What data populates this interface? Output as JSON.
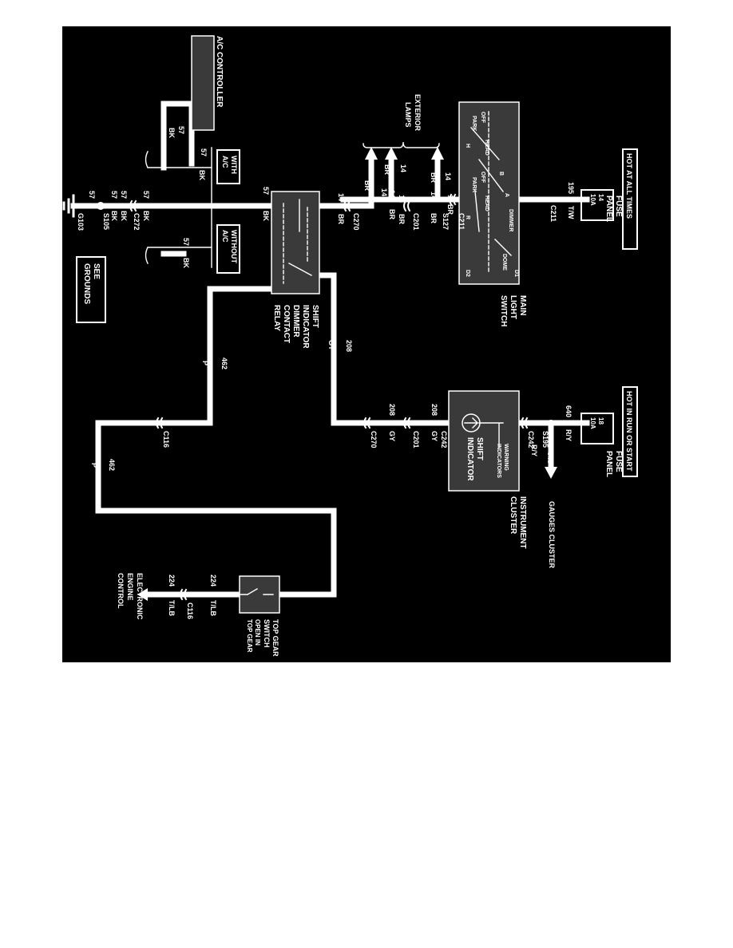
{
  "colors": {
    "background": "#000000",
    "wire": "#ffffff",
    "component": "#3a3a3a"
  },
  "headers": {
    "hot_at_all_times": "HOT AT ALL TIMES",
    "hot_in_run_or_start": "HOT IN RUN OR START"
  },
  "fuse_left": {
    "label1": "FUSE",
    "label2": "PANEL",
    "fuse": "14",
    "rating": "10A"
  },
  "fuse_right": {
    "label1": "FUSE",
    "label2": "PANEL",
    "fuse": "18",
    "rating": "10A"
  },
  "main_light_switch": {
    "label": [
      "MAIN",
      "LIGHT",
      "SWITCH"
    ],
    "internal": [
      "OFF",
      "PARK",
      "HEAD",
      "OFF",
      "PARK",
      "HEAD",
      "DIMMER",
      "DOME"
    ],
    "pins": [
      "A",
      "H",
      "B",
      "R",
      "D1",
      "D2"
    ]
  },
  "exterior_lamps": [
    "EXTERIOR",
    "LAMPS"
  ],
  "ac_controller": "A/C CONTROLLER",
  "with_ac": [
    "WITH",
    "A/C"
  ],
  "without_ac": [
    "WITHOUT",
    "A/C"
  ],
  "relay": [
    "SHIFT",
    "INDICATOR",
    "DIMMER",
    "CONTACT",
    "RELAY"
  ],
  "instrument_cluster": {
    "label": [
      "INSTRUMENT",
      "CLUSTER"
    ],
    "shift": [
      "SHIFT",
      "INDICATOR"
    ],
    "warning": [
      "WARNING",
      "INDICATORS"
    ]
  },
  "gauges": "GAUGES CLUSTER",
  "top_gear": [
    "TOP GEAR",
    "SWITCH",
    "OPEN IN",
    "TOP GEAR"
  ],
  "ecm": [
    "ELECTRONIC",
    "ENGINE",
    "CONTROL"
  ],
  "see_grounds": [
    "SEE",
    "GROUNDS"
  ],
  "connectors": {
    "c211": "C211",
    "c211b": "C211",
    "s127": "S127",
    "c201": "C201",
    "c270": "C270",
    "c272": "C272",
    "s105": "S105",
    "g103": "G103",
    "c242": "C242",
    "c242b": "C242",
    "s195": "S195",
    "c201b": "C201",
    "c270b": "C270",
    "c116": "C116",
    "c116b": "C116"
  },
  "wires": {
    "n195": "195",
    "tw": "T/W",
    "n14a": "14",
    "br_a": "BR",
    "n14b": "14",
    "br_b": "BR",
    "n14c": "14",
    "br_c": "BR",
    "n14d": "14",
    "br_d": "BR",
    "n14e": "14",
    "br_e": "BR",
    "n14f": "14",
    "br_f": "BR",
    "n14g": "14",
    "br_g": "BR",
    "n14h": "14",
    "br_h": "BR",
    "n57a": "57",
    "n57b": "57",
    "bk_b": "BK",
    "bk_a": "BK",
    "n57c": "57",
    "bk_c": "BK",
    "n57d": "57",
    "bk_d": "BK",
    "n57e": "57",
    "bk_e": "BK",
    "n57f": "57",
    "bk_f": "BK",
    "n57g": "57",
    "bk_g": "BK",
    "n57h": "57",
    "n208a": "208",
    "gy_a": "GY",
    "n208b": "208",
    "gy_b": "GY",
    "n208c": "208",
    "gy_c": "GY",
    "n462a": "462",
    "p_a": "P",
    "n462b": "462",
    "p_b": "P",
    "n640a": "640",
    "ry_a": "R/Y",
    "n640b": "640",
    "ry_b": "R/Y",
    "n224a": "224",
    "tlb_a": "T/LB",
    "n224b": "224",
    "tlb_b": "T/LB"
  }
}
